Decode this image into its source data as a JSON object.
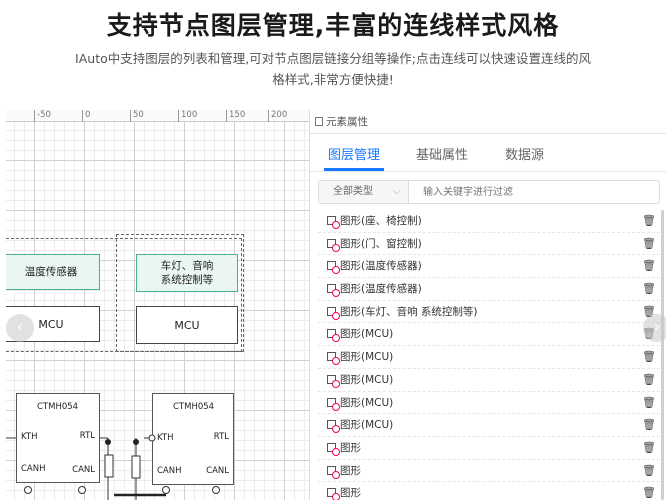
{
  "header": {
    "title": "支持节点图层管理,丰富的连线样式风格",
    "subtitle": "IAuto中支持图层的列表和管理,可对节点图层链接分组等操作;点击连线可以快速设置连线的风格样式,非常方便快捷!"
  },
  "canvas": {
    "ruler_ticks": [
      "-50",
      "0",
      "50",
      "100",
      "150",
      "200"
    ],
    "nodes": {
      "temp_sensor": "温度传感器",
      "light_audio": "车灯、音响\n系统控制等",
      "mcu_left": "MCU",
      "mcu_right": "MCU"
    },
    "chips": [
      {
        "name": "CTMH054",
        "kth": "KTH",
        "rtl": "RTL",
        "canh": "CANH",
        "canl": "CANL"
      },
      {
        "name": "CTMH054",
        "kth": "KTH",
        "rtl": "RTL",
        "canh": "CANH",
        "canl": "CANL"
      }
    ],
    "nav": {
      "prev": "‹",
      "next": "›"
    }
  },
  "panel": {
    "header_title": "元素属性",
    "tabs": [
      "图层管理",
      "基础属性",
      "数据源"
    ],
    "active_tab": 0,
    "filter": {
      "type_value": "全部类型",
      "placeholder": "输入关键字进行过滤"
    },
    "layers": [
      "图形(座、椅控制)",
      "图形(门、窗控制)",
      "图形(温度传感器)",
      "图形(温度传感器)",
      "图形(车灯、音响 系统控制等)",
      "图形(MCU)",
      "图形(MCU)",
      "图形(MCU)",
      "图形(MCU)",
      "图形(MCU)",
      "图形",
      "图形",
      "图形"
    ]
  },
  "colors": {
    "accent": "#1677ff",
    "node_green_border": "#4bae8e",
    "node_green_fill": "#eaf6f1"
  }
}
